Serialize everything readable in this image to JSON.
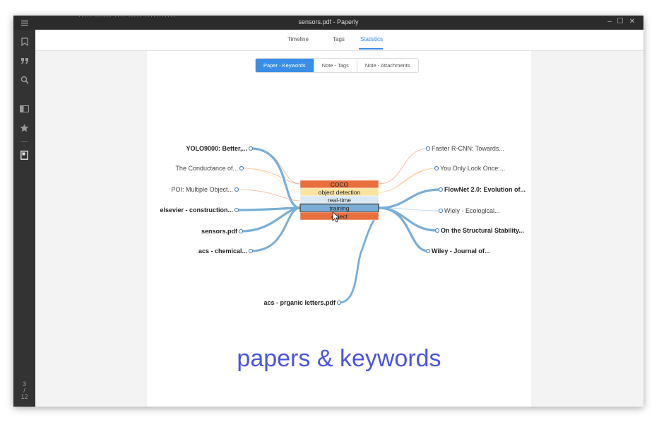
{
  "window": {
    "title": "sensors.pdf - Paperly",
    "faded_text": "····· ······ ···· ····· ···········",
    "controls": [
      "–",
      "☐",
      "✕"
    ]
  },
  "sidebar": {
    "icons": [
      "menu-icon",
      "bookmark-icon",
      "quote-icon",
      "search-icon",
      "library-icon",
      "star-icon",
      "document-icon"
    ],
    "pager": {
      "current": "3",
      "sep": "/",
      "total": "12"
    }
  },
  "tabs": [
    {
      "label": "Timeline",
      "active": false
    },
    {
      "label": "Tags",
      "active": false
    },
    {
      "label": "Statistics",
      "active": true
    }
  ],
  "segments": [
    {
      "label": "Paper - Keywords",
      "active": true
    },
    {
      "label": "Note - Tags",
      "active": false
    },
    {
      "label": "Note - Attachments",
      "active": false
    }
  ],
  "keywords": [
    {
      "label": "COCO",
      "color": "#e8703f"
    },
    {
      "label": "object detection",
      "color": "#fbe4a0"
    },
    {
      "label": "real-time",
      "color": "#dbe9f5"
    },
    {
      "label": "training",
      "color": "#7aaed6"
    },
    {
      "label": "object",
      "color": "#e8703f"
    }
  ],
  "papers_left": [
    {
      "label": "YOLO9000: Better,...",
      "bold": true
    },
    {
      "label": "The Conductance of...",
      "bold": false
    },
    {
      "label": "POI: Multiple Object...",
      "bold": false
    },
    {
      "label": "elsevier - construction...",
      "bold": true
    },
    {
      "label": "sensors.pdf",
      "bold": true
    },
    {
      "label": "acs - chemical...",
      "bold": true
    },
    {
      "label": "acs - prganic letters.pdf",
      "bold": true
    }
  ],
  "papers_right": [
    {
      "label": "Faster R-CNN: Towards...",
      "bold": false
    },
    {
      "label": "You Only Look Once:...",
      "bold": false
    },
    {
      "label": "FlowNet 2.0: Evolution of...",
      "bold": true
    },
    {
      "label": "Wiely - Ecological...",
      "bold": false
    },
    {
      "label": "On the Structural Stability...",
      "bold": true
    },
    {
      "label": "Wiley - Journal of...",
      "bold": true
    }
  ],
  "colors": {
    "accent": "#3a8ee6",
    "link_blue": "#7aaed6",
    "link_orange": "#e8703f",
    "caption": "#4a55e0"
  },
  "caption": "papers & keywords"
}
